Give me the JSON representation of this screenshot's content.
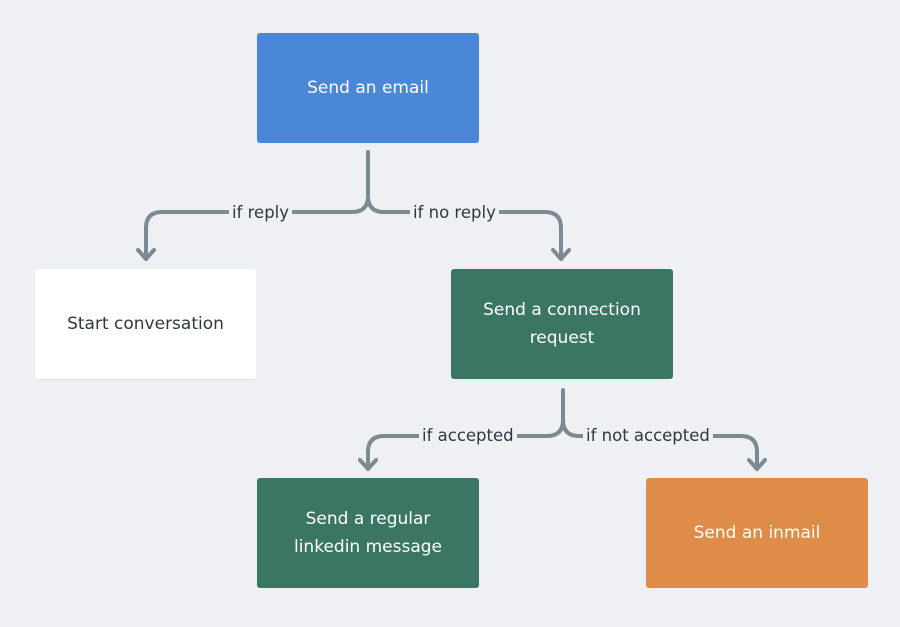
{
  "nodes": {
    "send_email": {
      "label": "Send an email",
      "color": "#4a87d6"
    },
    "start_conversation": {
      "label": "Start conversation",
      "color": "#ffffff"
    },
    "connection_request": {
      "label": "Send a connection request",
      "color": "#3a7663"
    },
    "regular_message": {
      "label": "Send a regular linkedin message",
      "color": "#3a7663"
    },
    "inmail": {
      "label": "Send an inmail",
      "color": "#de8c48"
    }
  },
  "edges": {
    "if_reply": "if reply",
    "if_no_reply": "if no reply",
    "if_accepted": "if accepted",
    "if_not_accepted": "if not accepted"
  },
  "colors": {
    "background": "#eef0f3",
    "connector": "#7c8a94",
    "text_dark": "#2e3840"
  }
}
